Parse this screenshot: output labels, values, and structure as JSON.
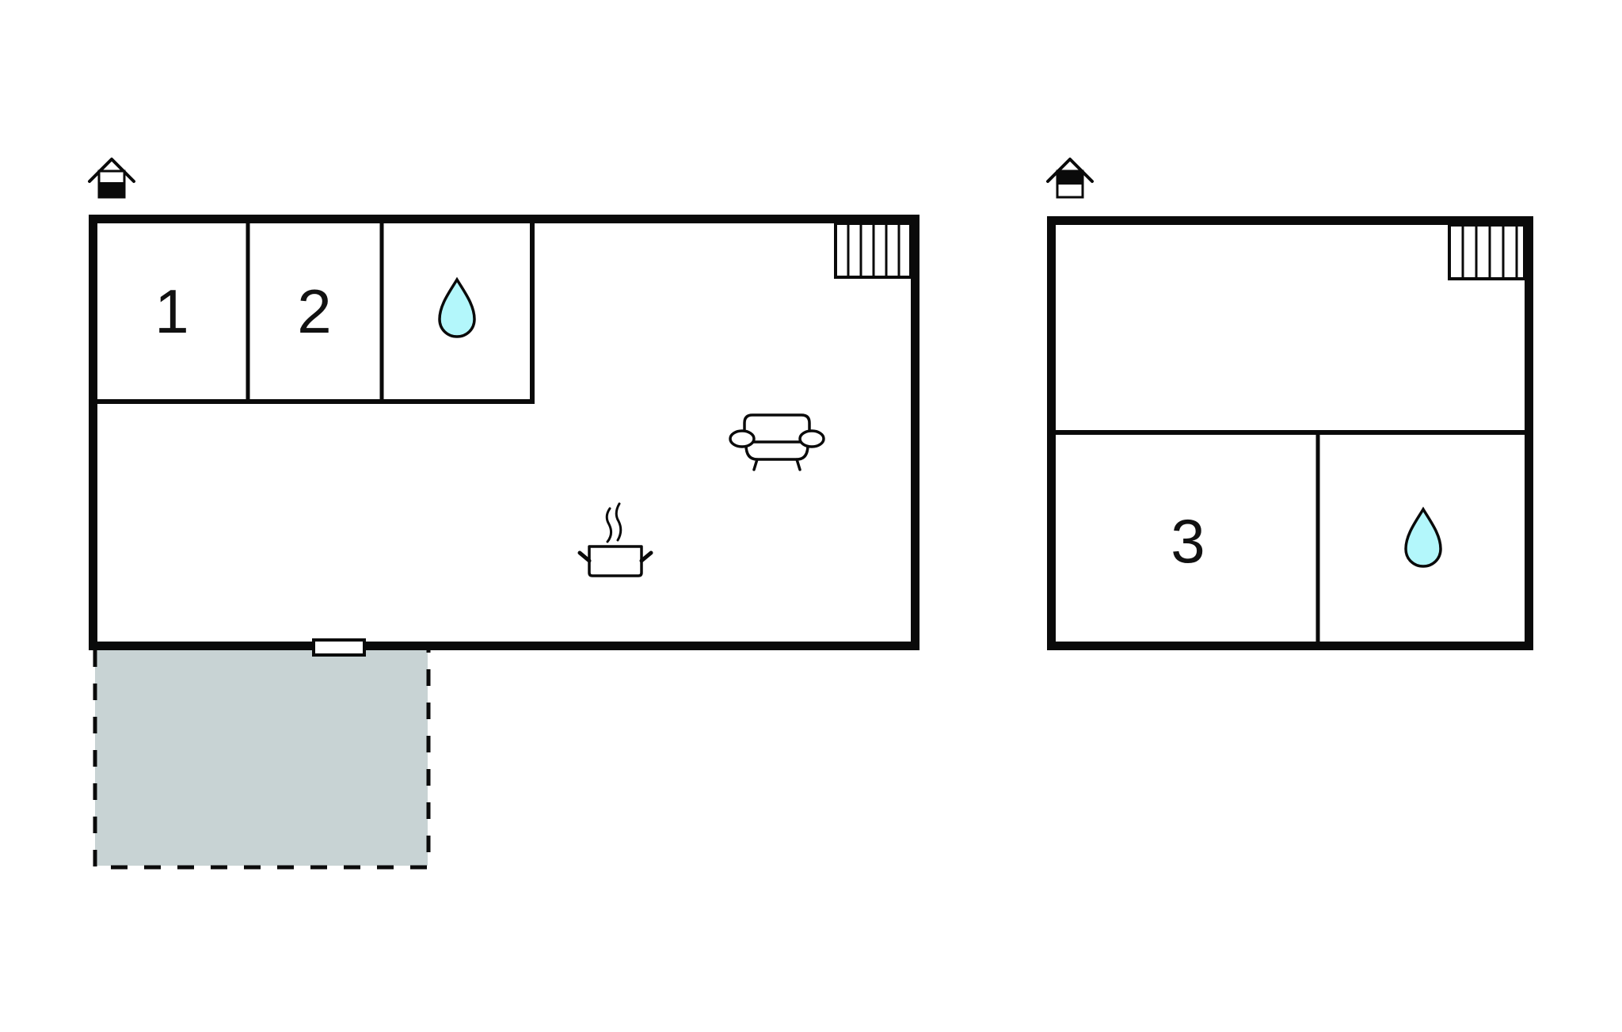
{
  "colors": {
    "wall": "#0a0a0a",
    "background": "#ffffff",
    "terrace_fill": "#c8d3d4",
    "water_fill": "#b3f7fb"
  },
  "floors": [
    {
      "name": "ground-floor",
      "floor_icon": "house-ground-floor-icon",
      "rooms": [
        {
          "label": "1",
          "type": "bedroom"
        },
        {
          "label": "2",
          "type": "bedroom"
        },
        {
          "label": "",
          "type": "bathroom",
          "icon": "water-drop-icon"
        },
        {
          "label": "",
          "type": "living-kitchen",
          "icons": [
            "sofa-icon",
            "cooking-pot-icon"
          ]
        }
      ],
      "features": [
        "stairs-icon",
        "door",
        "terrace"
      ]
    },
    {
      "name": "upper-floor",
      "floor_icon": "house-upper-floor-icon",
      "rooms": [
        {
          "label": "",
          "type": "landing"
        },
        {
          "label": "3",
          "type": "bedroom"
        },
        {
          "label": "",
          "type": "bathroom",
          "icon": "water-drop-icon"
        }
      ],
      "features": [
        "stairs-icon"
      ]
    }
  ],
  "labels": {
    "room1": "1",
    "room2": "2",
    "room3": "3"
  }
}
